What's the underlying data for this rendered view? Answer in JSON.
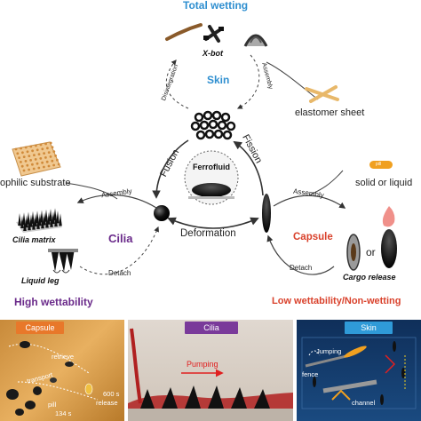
{
  "diagram": {
    "top_title": "Total wetting",
    "xbot_label": "X-bot",
    "skin_label": "Skin",
    "disintegration_label": "Disintegration",
    "assembly_top_label": "Assembly",
    "elastomer_label": "elastomer sheet",
    "fusion_label": "Fusion",
    "fission_label": "Fission",
    "center_label": "Ferrofluid",
    "substrate_label": "ophilic substrate",
    "assembly_left_label": "Assembly",
    "cilia_matrix_label": "Cilia matrix",
    "cilia_label": "Cilia",
    "liquid_leg_label": "Liquid leg",
    "detach_left_label": "Detach",
    "deformation_label": "Deformation",
    "pill_label": "pill",
    "solid_liquid_label": "solid or liquid",
    "assembly_right_label": "Assembly",
    "capsule_label": "Capsule",
    "or_label": "or",
    "cargo_release_label": "Cargo release",
    "detach_right_label": "Detach",
    "high_wettability": "High wettability",
    "low_wettability": "Low wettability/Non-wetting"
  },
  "panels": {
    "capsule": {
      "tag": "Capsule",
      "retrieve": "retrieve",
      "transport": "transport",
      "pill": "pill",
      "time_release": "600 s",
      "release": "release",
      "time_start": "134 s"
    },
    "cilia": {
      "tag": "Cilia",
      "pumping": "Pumping"
    },
    "skin": {
      "tag": "Skin",
      "jumping": "Jumping",
      "fence": "fence",
      "channel": "channel"
    }
  },
  "colors": {
    "title_blue": "#2f8fd0",
    "cilia_purple": "#6a2a8a",
    "capsule_red": "#d9412b",
    "capsule_tag": "#e8782a",
    "cilia_tag": "#7a3a9a",
    "skin_tag": "#2f9ad8"
  }
}
